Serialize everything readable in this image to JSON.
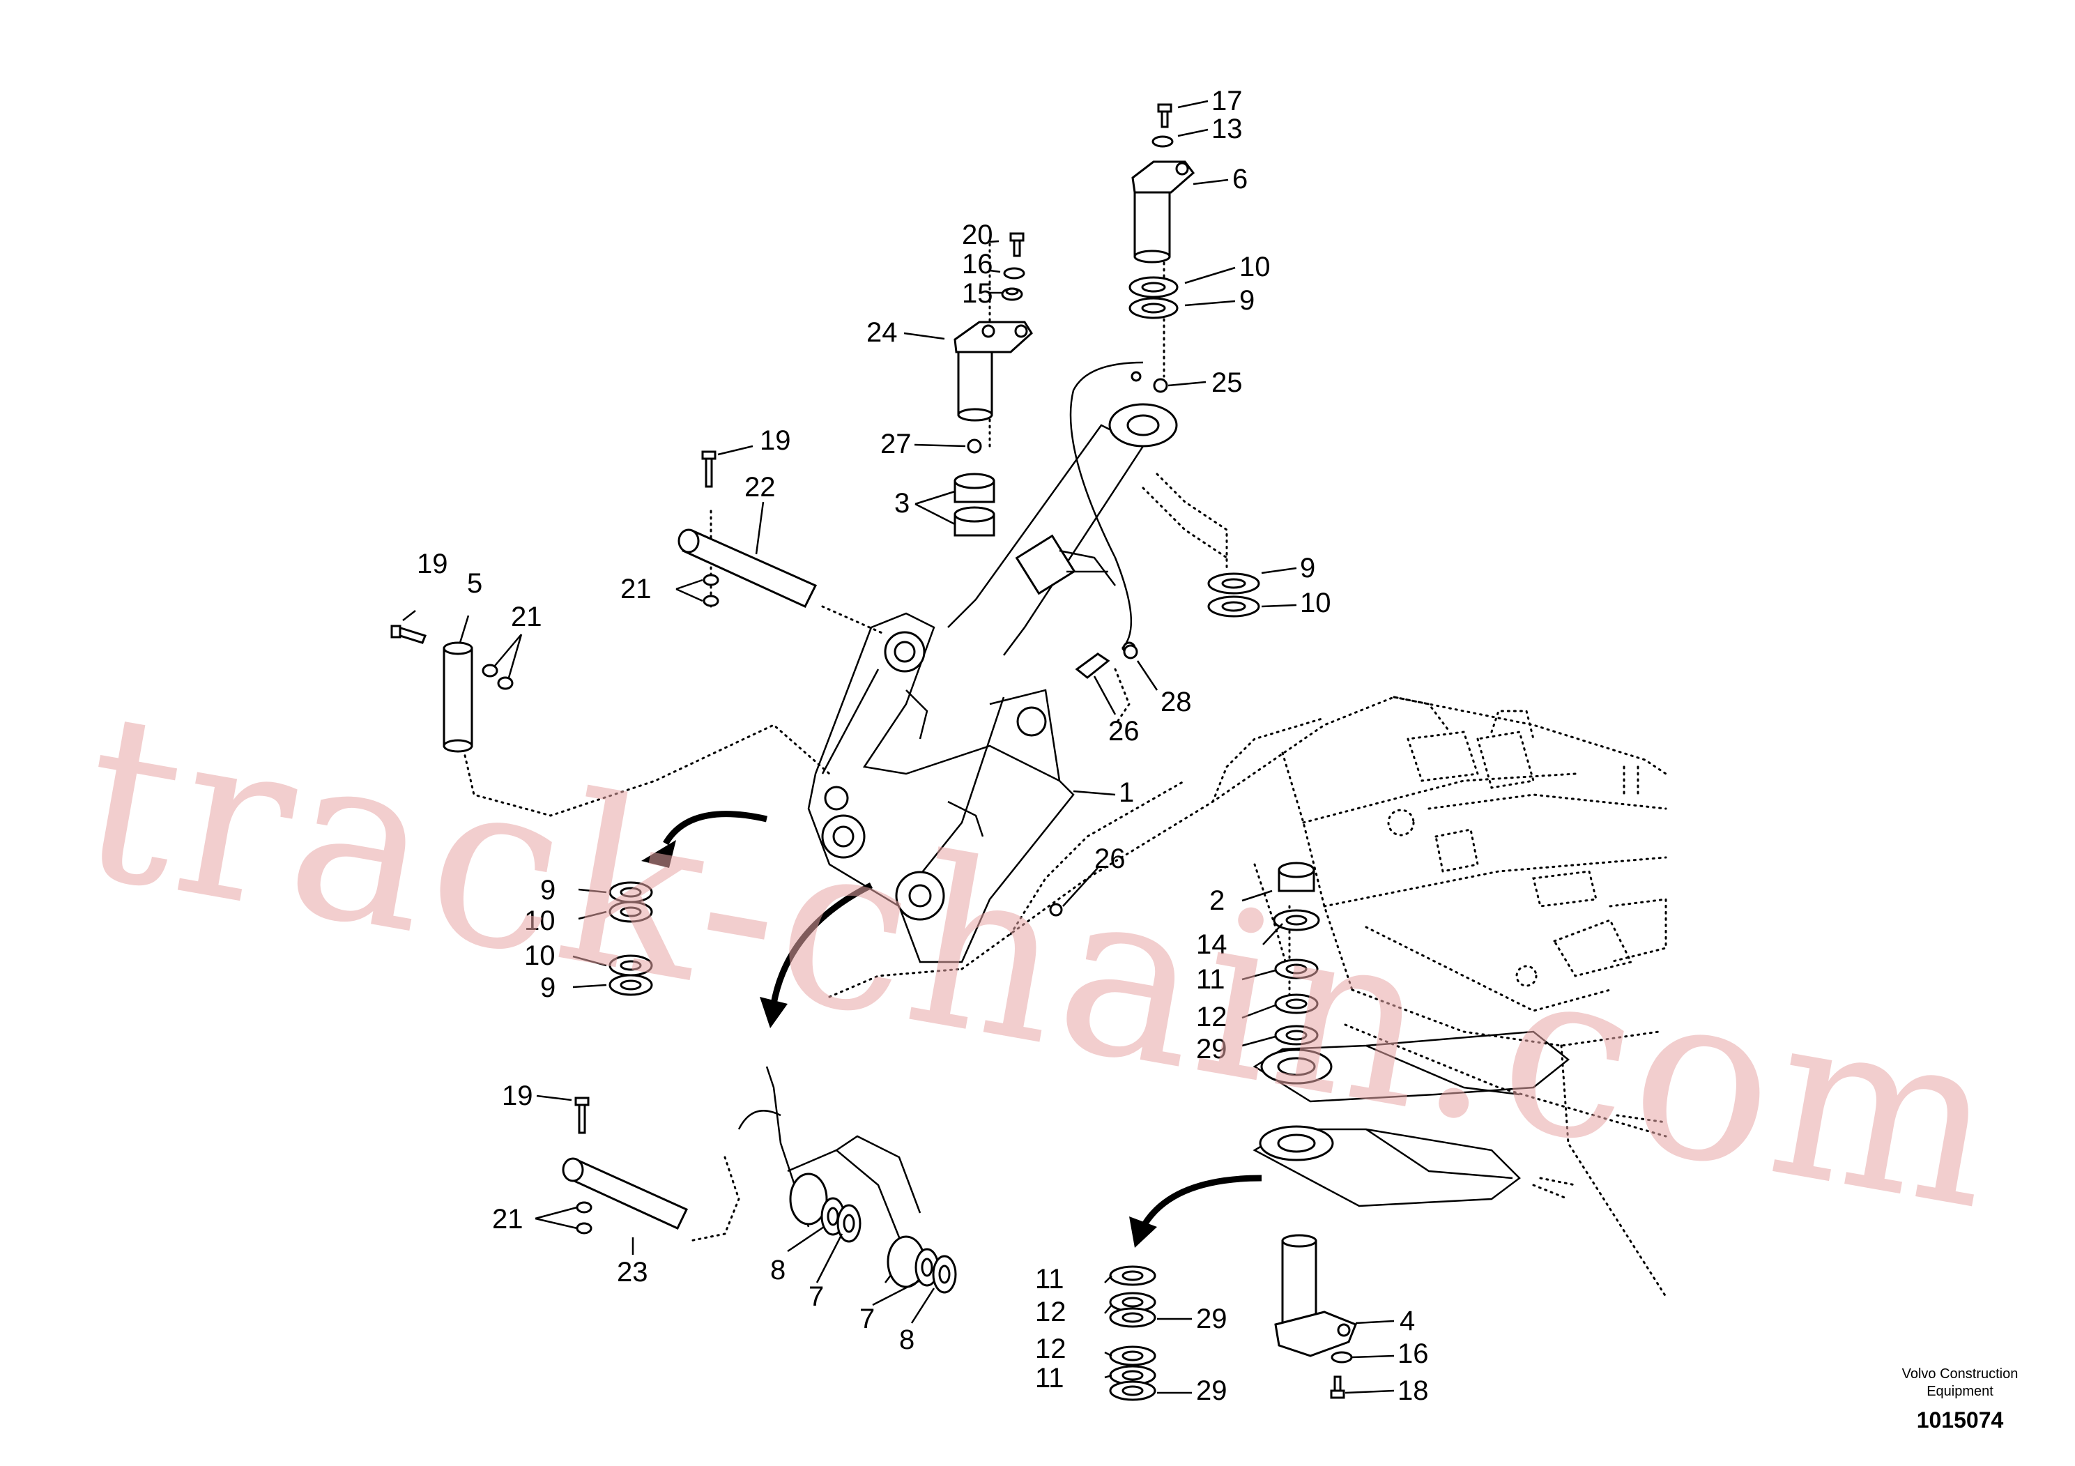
{
  "watermark": "track-chain.com",
  "brand": {
    "company_line1": "Volvo Construction",
    "company_line2": "Equipment",
    "document_number": "1015074"
  },
  "callouts": [
    {
      "id": "c17",
      "text": "17"
    },
    {
      "id": "c13",
      "text": "13"
    },
    {
      "id": "c6",
      "text": "6"
    },
    {
      "id": "c10a",
      "text": "10"
    },
    {
      "id": "c9a",
      "text": "9"
    },
    {
      "id": "c25",
      "text": "25"
    },
    {
      "id": "c20",
      "text": "20"
    },
    {
      "id": "c16a",
      "text": "16"
    },
    {
      "id": "c15",
      "text": "15"
    },
    {
      "id": "c24",
      "text": "24"
    },
    {
      "id": "c27",
      "text": "27"
    },
    {
      "id": "c3",
      "text": "3"
    },
    {
      "id": "c19a",
      "text": "19"
    },
    {
      "id": "c22",
      "text": "22"
    },
    {
      "id": "c21a",
      "text": "21"
    },
    {
      "id": "c19b",
      "text": "19"
    },
    {
      "id": "c5",
      "text": "5"
    },
    {
      "id": "c21b",
      "text": "21"
    },
    {
      "id": "c9b",
      "text": "9"
    },
    {
      "id": "c10b",
      "text": "10"
    },
    {
      "id": "c28",
      "text": "28"
    },
    {
      "id": "c26a",
      "text": "26"
    },
    {
      "id": "c1",
      "text": "1"
    },
    {
      "id": "c26b",
      "text": "26"
    },
    {
      "id": "c9c",
      "text": "9"
    },
    {
      "id": "c10c",
      "text": "10"
    },
    {
      "id": "c10d",
      "text": "10"
    },
    {
      "id": "c9d",
      "text": "9"
    },
    {
      "id": "c2",
      "text": "2"
    },
    {
      "id": "c14",
      "text": "14"
    },
    {
      "id": "c11a",
      "text": "11"
    },
    {
      "id": "c12a",
      "text": "12"
    },
    {
      "id": "c29a",
      "text": "29"
    },
    {
      "id": "c19c",
      "text": "19"
    },
    {
      "id": "c21c",
      "text": "21"
    },
    {
      "id": "c23",
      "text": "23"
    },
    {
      "id": "c8a",
      "text": "8"
    },
    {
      "id": "c7a",
      "text": "7"
    },
    {
      "id": "c7b",
      "text": "7"
    },
    {
      "id": "c8b",
      "text": "8"
    },
    {
      "id": "c11b",
      "text": "11"
    },
    {
      "id": "c12b",
      "text": "12"
    },
    {
      "id": "c29b",
      "text": "29"
    },
    {
      "id": "c12c",
      "text": "12"
    },
    {
      "id": "c11c",
      "text": "11"
    },
    {
      "id": "c29c",
      "text": "29"
    },
    {
      "id": "c4",
      "text": "4"
    },
    {
      "id": "c16b",
      "text": "16"
    },
    {
      "id": "c18",
      "text": "18"
    }
  ]
}
